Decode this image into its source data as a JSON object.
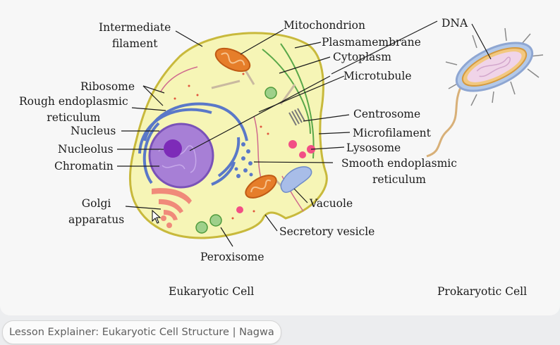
{
  "diagram": {
    "labels": {
      "intermediate_filament": "Intermediate\nfilament",
      "mitochondrion": "Mitochondrion",
      "plasmamembrane": "Plasmamembrane",
      "cytoplasm": "Cytoplasm",
      "microtubule": "Microtubule",
      "ribosome": "Ribosome",
      "rough_er": "Rough endoplasmic\nreticulum",
      "nucleus": "Nucleus",
      "nucleolus": "Nucleolus",
      "chromatin": "Chromatin",
      "golgi": "Golgi\napparatus",
      "peroxisome": "Peroxisome",
      "centrosome": "Centrosome",
      "microfilament": "Microfilament",
      "lysosome": "Lysosome",
      "smooth_er": "Smooth endoplasmic\nreticulum",
      "vacuole": "Vacuole",
      "secretory_vesicle": "Secretory vesicle",
      "dna": "DNA"
    },
    "captions": {
      "eukaryotic": "Eukaryotic Cell",
      "prokaryotic": "Prokaryotic Cell"
    }
  },
  "source_tab": {
    "title": "Lesson Explainer: Eukaryotic Cell Structure | Nagwa"
  }
}
